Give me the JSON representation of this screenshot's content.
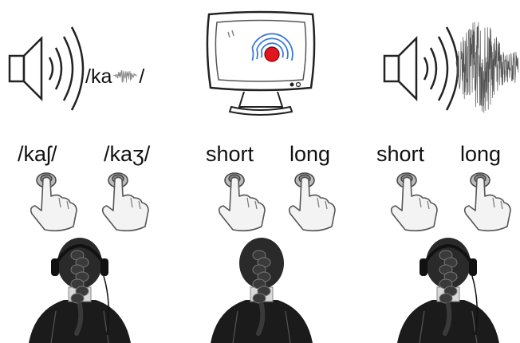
{
  "panels": [
    {
      "stimulus": {
        "icon": "speaker-icon",
        "transcription_prefix": "/ka",
        "transcription_suffix": "/"
      },
      "options": [
        {
          "label": "/kaʃ/"
        },
        {
          "label": "/kaʒ/"
        }
      ]
    },
    {
      "stimulus": {
        "icon": "monitor-icon",
        "dot_color": "#e0161e",
        "wave_color": "#3a7ad8"
      },
      "options": [
        {
          "label": "short"
        },
        {
          "label": "long"
        }
      ]
    },
    {
      "stimulus": {
        "icon": "speaker-icon"
      },
      "options": [
        {
          "label": "short"
        },
        {
          "label": "long"
        }
      ]
    }
  ]
}
